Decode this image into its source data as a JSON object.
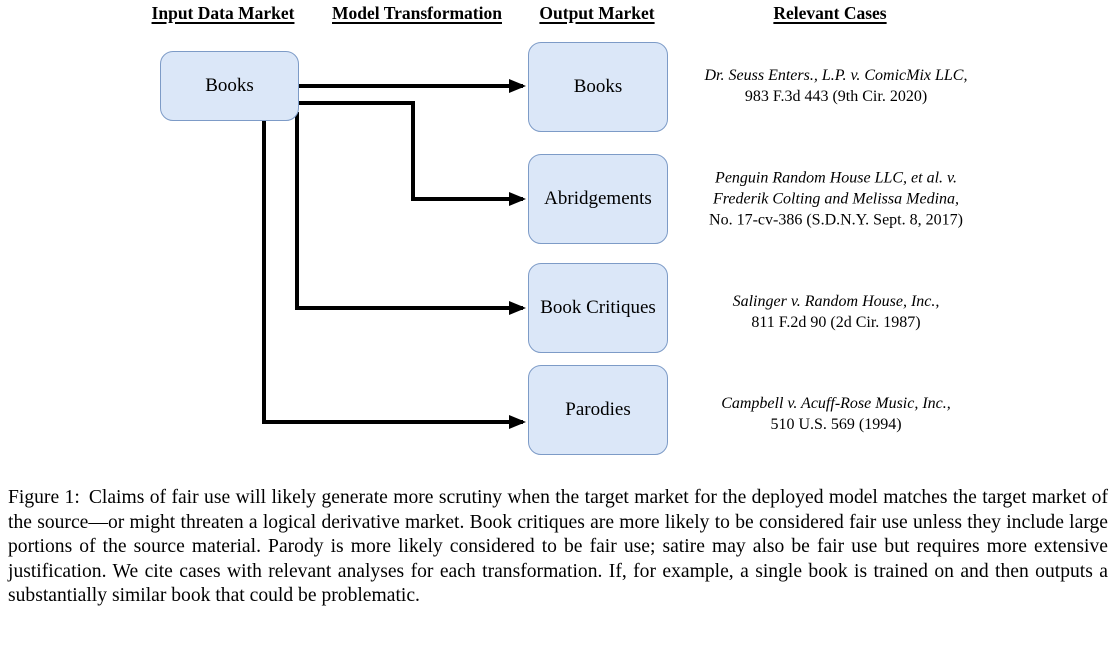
{
  "diagram": {
    "headers": [
      {
        "label": "Input Data Market"
      },
      {
        "label": "Model Transformation"
      },
      {
        "label": "Output Market"
      },
      {
        "label": "Relevant Cases"
      }
    ],
    "input_box": {
      "label": "Books"
    },
    "output_boxes": [
      {
        "label": "Books"
      },
      {
        "label": "Abridgements"
      },
      {
        "label": "Book Critiques"
      },
      {
        "label": "Parodies"
      }
    ],
    "edges": [
      {
        "from": "Books",
        "to": "Books"
      },
      {
        "from": "Books",
        "to": "Abridgements"
      },
      {
        "from": "Books",
        "to": "Book Critiques"
      },
      {
        "from": "Books",
        "to": "Parodies"
      }
    ],
    "cases": [
      {
        "name_line_1": "Dr. Seuss Enters., L.P. v. ComicMix LLC,",
        "citation": "983 F.3d 443 (9th Cir. 2020)"
      },
      {
        "name_line_1": "Penguin Random House LLC, et al. v.",
        "name_line_2": "Frederik Colting and Melissa Medina,",
        "citation": "No. 17-cv-386 (S.D.N.Y. Sept. 8, 2017)"
      },
      {
        "name_line_1": "Salinger v. Random House, Inc.,",
        "citation": "811 F.2d 90 (2d Cir. 1987)"
      },
      {
        "name_line_1": "Campbell v. Acuff-Rose Music, Inc.,",
        "citation": "510 U.S. 569 (1994)"
      }
    ],
    "colors": {
      "box_fill": "#dbe7f8",
      "box_border": "#7d9bc7",
      "arrow": "#000000"
    }
  },
  "caption": {
    "label": "Figure 1:",
    "text": "Claims of fair use will likely generate more scrutiny when the target market for the deployed model matches the target market of the source—or might threaten a logical derivative market. Book critiques are more likely to be considered fair use unless they include large portions of the source material. Parody is more likely considered to be fair use; satire may also be fair use but requires more extensive justification. We cite cases with relevant analyses for each transformation. If, for example, a single book is trained on and then outputs a substantially similar book that could be problematic."
  }
}
